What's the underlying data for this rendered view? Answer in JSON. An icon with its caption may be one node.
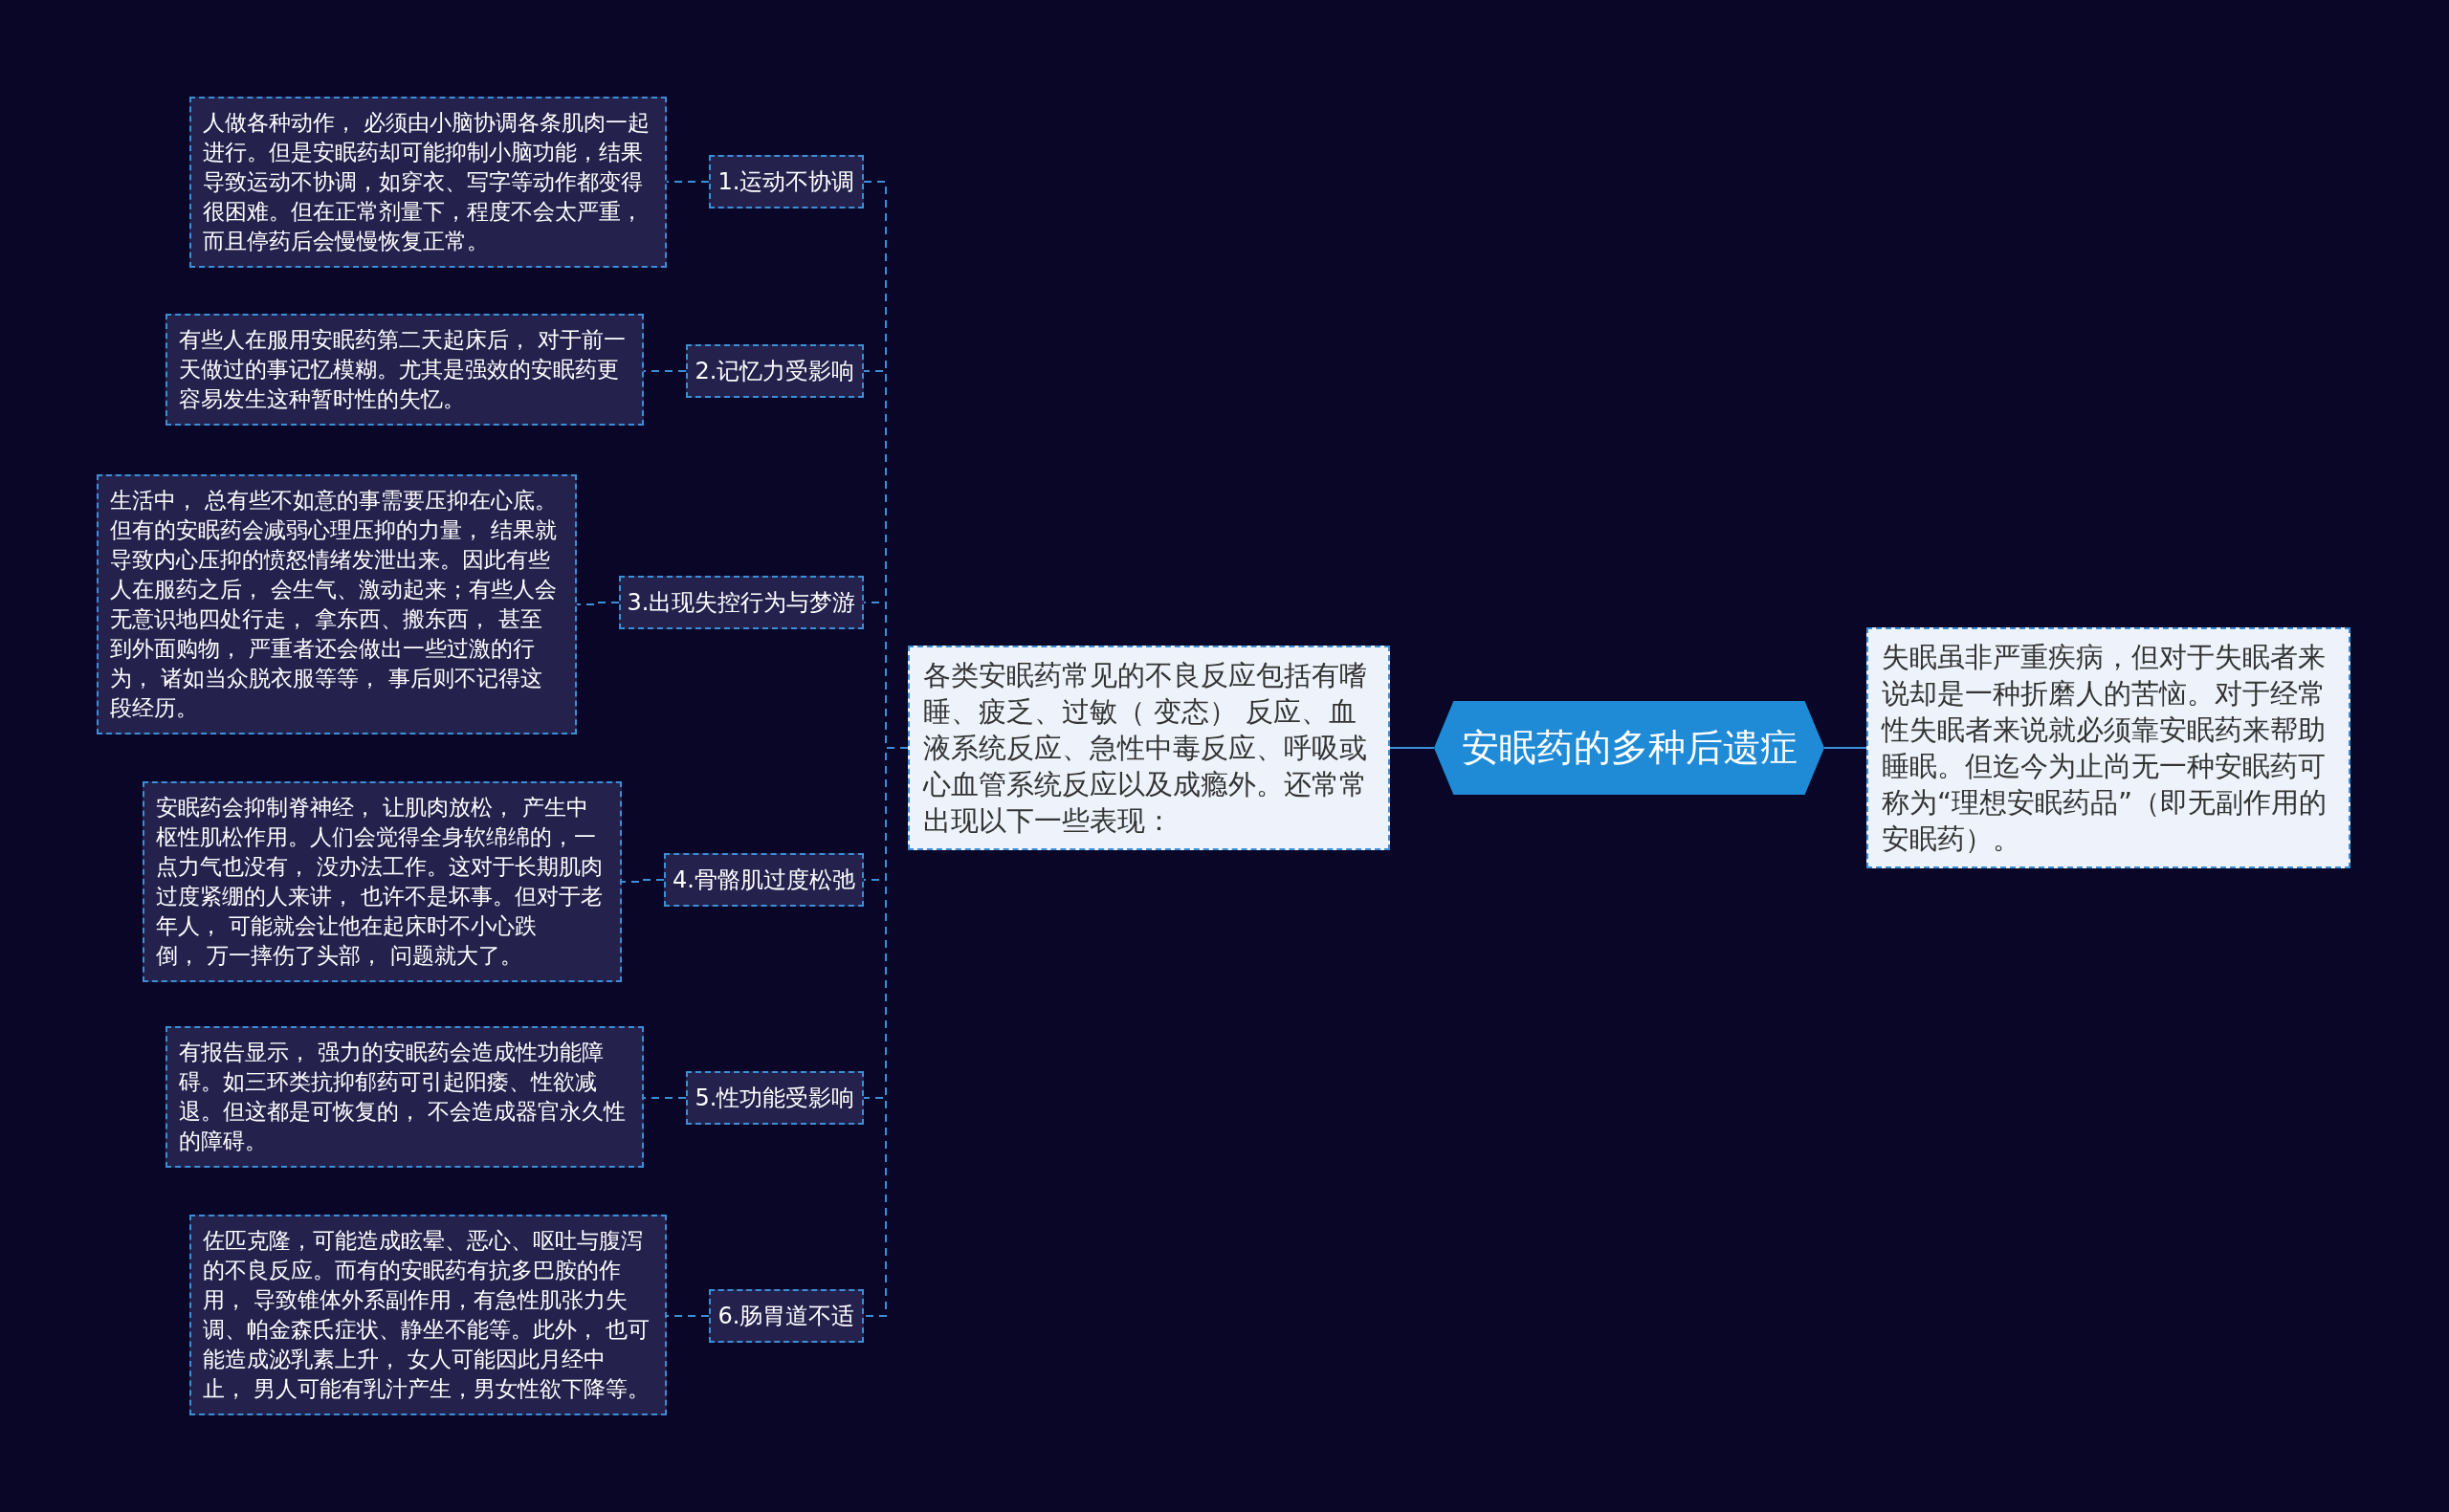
{
  "diagram": {
    "nodes": [
      {
        "text": [
          "安眠药的多种后遗症"
        ]
      },
      {
        "text": [
          "失眠虽非严重疾病，但对于失眠者来说却是一种折磨人的苦恼。对于经常性失眠者来说就必须靠安眠药来帮助睡眠。但迄今为止尚无一种安眠药可称为“理想安眠药品”（即无副作用的安眠药）。"
        ]
      },
      {
        "text": [
          "各类安眠药常见的不良反应包括有嗜睡、疲乏、过敏（ 变态） 反应、血液系统反应、急性中毒反应、呼吸或心血管系统反应以及成瘾外。还常常出现以下一些表现："
        ]
      },
      {
        "text": [
          "1.运动不协调"
        ]
      },
      {
        "text": [
          "人做各种动作， 必须由小脑协调各条肌肉一起进行。但是安眠药却可能抑制小脑功能，结果导致运动不协调，如穿衣、写字等动作都变得很困难。但在正常剂量下，程度不会太严重，而且停药后会慢慢恢复正常。"
        ]
      },
      {
        "text": [
          "2.记忆力受影响"
        ]
      },
      {
        "text": [
          "有些人在服用安眠药第二天起床后， 对于前一天做过的事记忆模糊。尤其是强效的安眠药更容易发生这种暂时性的失忆。"
        ]
      },
      {
        "text": [
          "3.出现失控行为与梦游"
        ]
      },
      {
        "text": [
          "生活中， 总有些不如意的事需要压抑在心底。但有的安眠药会减弱心理压抑的力量， 结果就导致内心压抑的愤怒情绪发泄出来。因此有些人在服药之后， 会生气、激动起来；有些人会无意识地四处行走， 拿东西、搬东西， 甚至到外面购物， 严重者还会做出一些过激的行为， 诸如当众脱衣服等等， 事后则不记得这段经历。"
        ]
      },
      {
        "text": [
          "4.骨骼肌过度松弛"
        ]
      },
      {
        "text": [
          "安眠药会抑制脊神经， 让肌肉放松， 产生中枢性肌松作用。人们会觉得全身软绵绵的，一点力气也没有， 没办法工作。这对于长期肌肉过度紧绷的人来讲， 也许不是坏事。但对于老年人， 可能就会让他在起床时不小心跌倒， 万一摔伤了头部， 问题就大了。"
        ]
      },
      {
        "text": [
          "5.性功能受影响"
        ]
      },
      {
        "text": [
          "有报告显示， 强力的安眠药会造成性功能障碍。如三环类抗抑郁药可引起阳痿、性欲减退。但这都是可恢复的， 不会造成器官永久性的障碍。"
        ]
      },
      {
        "text": [
          "6.肠胃道不适"
        ]
      },
      {
        "text": [
          "佐匹克隆，可能造成眩晕、恶心、呕吐与腹泻的不良反应。而有的安眠药有抗多巴胺的作用， 导致锥体外系副作用，有急性肌张力失调、帕金森氏症状、静坐不能等。此外， 也可能造成泌乳素上升， 女人可能因此月经中止， 男人可能有乳汁产生，男女性欲下降等。"
        ]
      }
    ],
    "edges": [
      {
        "from": 0,
        "to": 1,
        "arrow": "none"
      },
      {
        "from": 0,
        "to": 2,
        "arrow": "none"
      },
      {
        "from": 2,
        "to": 3,
        "arrow": "none",
        "style": "dashed"
      },
      {
        "from": 3,
        "to": 4,
        "arrow": "none",
        "style": "dashed"
      },
      {
        "from": 2,
        "to": 5,
        "arrow": "none",
        "style": "dashed"
      },
      {
        "from": 5,
        "to": 6,
        "arrow": "none",
        "style": "dashed"
      },
      {
        "from": 2,
        "to": 7,
        "arrow": "none",
        "style": "dashed"
      },
      {
        "from": 7,
        "to": 8,
        "arrow": "none",
        "style": "dashed"
      },
      {
        "from": 2,
        "to": 9,
        "arrow": "none",
        "style": "dashed"
      },
      {
        "from": 9,
        "to": 10,
        "arrow": "none",
        "style": "dashed"
      },
      {
        "from": 2,
        "to": 11,
        "arrow": "none",
        "style": "dashed"
      },
      {
        "from": 11,
        "to": 12,
        "arrow": "none",
        "style": "dashed"
      },
      {
        "from": 2,
        "to": 13,
        "arrow": "none",
        "style": "dashed"
      },
      {
        "from": 13,
        "to": 14,
        "arrow": "none",
        "style": "dashed"
      }
    ]
  }
}
